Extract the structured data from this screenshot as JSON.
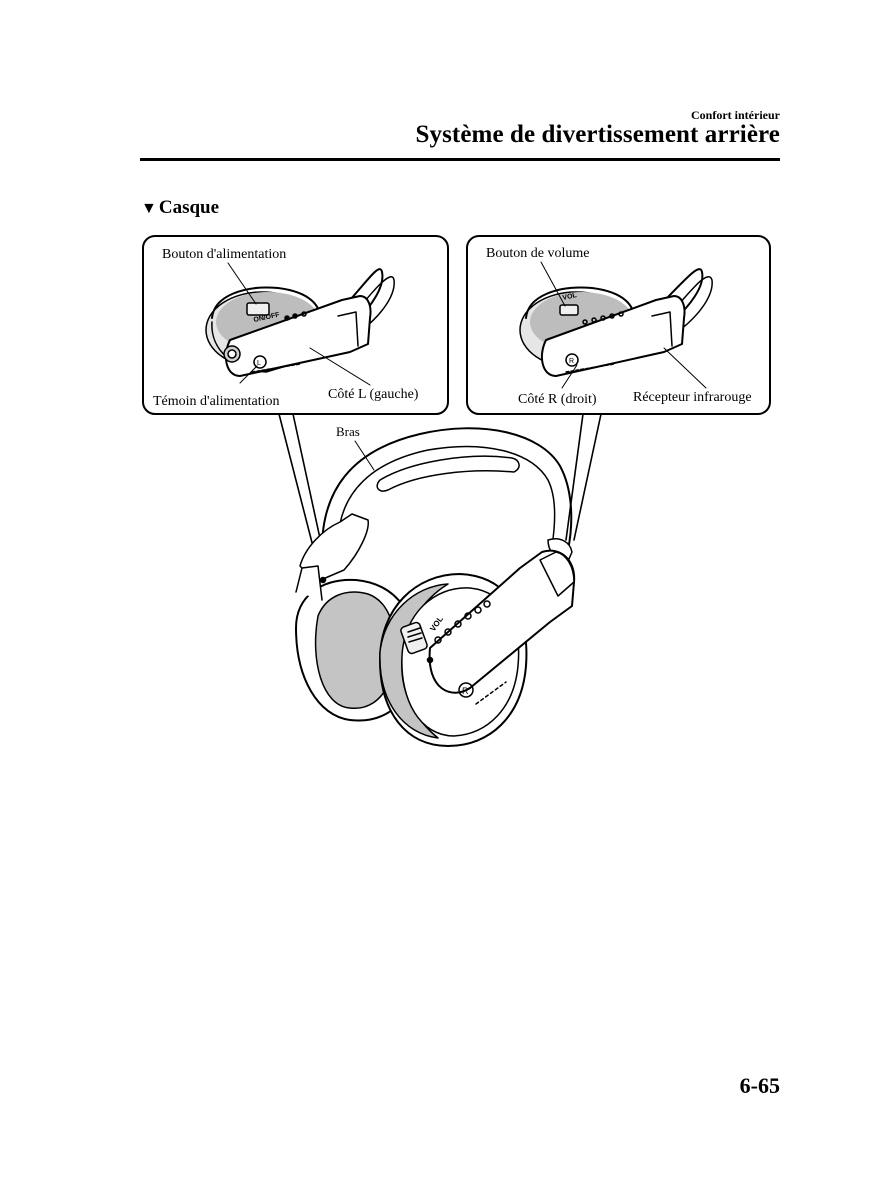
{
  "header": {
    "section": "Confort intérieur",
    "title": "Système de divertissement arrière"
  },
  "subsection": {
    "marker": "▼",
    "title": "Casque"
  },
  "figure": {
    "left_panel": {
      "power_button": "Bouton d'alimentation",
      "power_indicator": "Témoin d'alimentation",
      "left_side": "Côté L (gauche)",
      "switch_text": "ON/OFF",
      "ear_mark": "L"
    },
    "right_panel": {
      "volume_button": "Bouton de volume",
      "right_side": "Côté R (droit)",
      "ir_receiver": "Récepteur infrarouge",
      "vol_text": "VOL",
      "ear_mark": "R"
    },
    "headband": "Bras",
    "main_vol_text": "VOL",
    "main_ear_mark": "R"
  },
  "page_number": "6-65"
}
